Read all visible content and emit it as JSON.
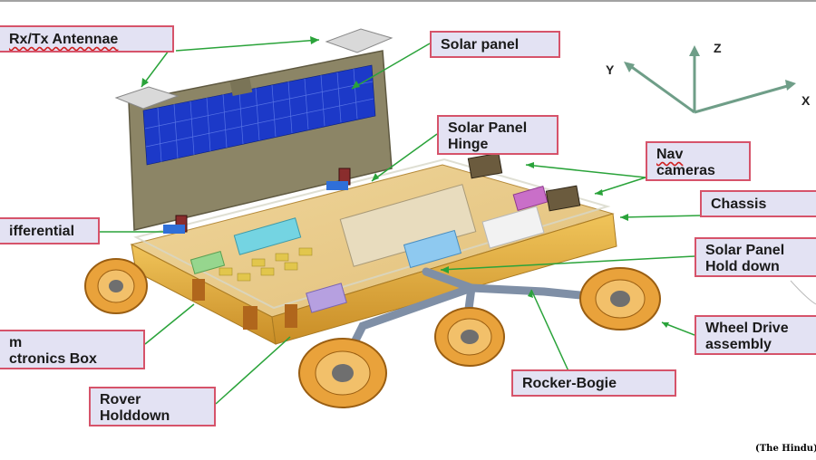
{
  "callouts": {
    "rx_tx": "Rx/Tx Antennae",
    "solar_panel": "Solar panel",
    "hinge_line1": "Solar Panel",
    "hinge_line2": "Hinge",
    "nav_line1": "Nav",
    "nav_line2": "cameras",
    "chassis": "Chassis",
    "differential": "ifferential",
    "holddown_line1": "Solar Panel",
    "holddown_line2": "Hold down",
    "electronics_line1": "m",
    "electronics_line2": "ctronics Box",
    "wheel_line1": "Wheel Drive",
    "wheel_line2": "assembly",
    "rover_line1": "Rover",
    "rover_line2": "Holddown",
    "rocker": "Rocker-Bogie"
  },
  "axes": {
    "y": "Y",
    "z": "Z",
    "x": "X"
  },
  "credit": "(The Hindu)",
  "colors": {
    "callout_fill": "#e3e2f3",
    "callout_border": "#d6536a",
    "leader_line": "#2aa33a",
    "solar_cell": "#1c39c8",
    "chassis_gold": "#e6b34a",
    "axis_color": "#6f9e88"
  }
}
